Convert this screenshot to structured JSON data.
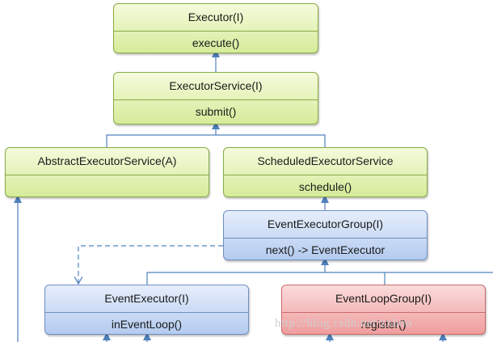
{
  "boxes": {
    "executor": {
      "title": "Executor(I)",
      "method": "execute()"
    },
    "executor_service": {
      "title": "ExecutorService(I)",
      "method": "submit()"
    },
    "abstract_executor_service": {
      "title": "AbstractExecutorService(A)",
      "method": ""
    },
    "scheduled_executor_service": {
      "title": "ScheduledExecutorService",
      "method": "schedule()"
    },
    "event_executor_group": {
      "title": "EventExecutorGroup(I)",
      "method": "next() -> EventExecutor"
    },
    "event_executor": {
      "title": "EventExecutor(I)",
      "method": "inEventLoop()"
    },
    "event_loop_group": {
      "title": "EventLoopGroup(I)",
      "method": "register()"
    }
  },
  "watermark": "http://blog.csdn.net/zxhoo",
  "colors": {
    "arrow": "#4f81bd",
    "green_fill": "#d6eb9a",
    "blue_fill": "#b4cbef",
    "red_fill": "#ef9d9d"
  }
}
